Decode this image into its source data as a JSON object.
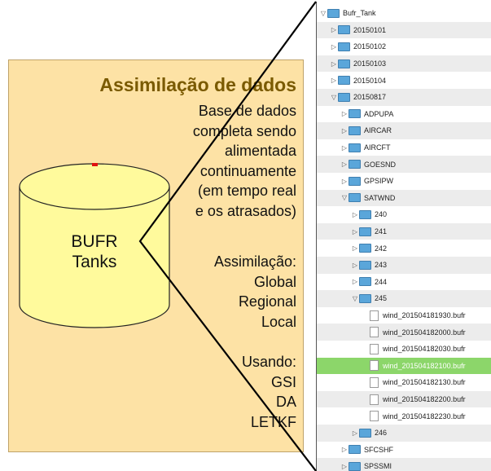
{
  "panel": {
    "title": "Assimilação de dados",
    "desc_lines": [
      "Base de dados",
      "completa sendo",
      "alimentada",
      "continuamente",
      "(em tempo real",
      "e os atrasados)"
    ],
    "assim_lines": [
      "Assimilação:",
      "Global",
      "Regional",
      "Local"
    ],
    "usando_lines": [
      "Usando:",
      "GSI",
      "DA",
      "LETKF"
    ],
    "cylinder_label_lines": [
      "BUFR",
      "Tanks"
    ]
  },
  "colors": {
    "panel_bg": "#fde2a5",
    "title": "#7a5a00",
    "cylinder_fill": "#fffa9c",
    "selected_row": "#8cd66a",
    "folder": "#5aa6da"
  },
  "tree": [
    {
      "label": "Bufr_Tank",
      "kind": "folder",
      "level": 0,
      "toggle": "open"
    },
    {
      "label": "20150101",
      "kind": "folder",
      "level": 1,
      "toggle": "closed"
    },
    {
      "label": "20150102",
      "kind": "folder",
      "level": 1,
      "toggle": "closed"
    },
    {
      "label": "20150103",
      "kind": "folder",
      "level": 1,
      "toggle": "closed"
    },
    {
      "label": "20150104",
      "kind": "folder",
      "level": 1,
      "toggle": "closed"
    },
    {
      "label": "20150817",
      "kind": "folder",
      "level": 1,
      "toggle": "open"
    },
    {
      "label": "ADPUPA",
      "kind": "folder",
      "level": 2,
      "toggle": "closed"
    },
    {
      "label": "AIRCAR",
      "kind": "folder",
      "level": 2,
      "toggle": "closed"
    },
    {
      "label": "AIRCFT",
      "kind": "folder",
      "level": 2,
      "toggle": "closed"
    },
    {
      "label": "GOESND",
      "kind": "folder",
      "level": 2,
      "toggle": "closed"
    },
    {
      "label": "GPSIPW",
      "kind": "folder",
      "level": 2,
      "toggle": "closed"
    },
    {
      "label": "SATWND",
      "kind": "folder",
      "level": 2,
      "toggle": "open"
    },
    {
      "label": "240",
      "kind": "folder",
      "level": 3,
      "toggle": "closed"
    },
    {
      "label": "241",
      "kind": "folder",
      "level": 3,
      "toggle": "closed"
    },
    {
      "label": "242",
      "kind": "folder",
      "level": 3,
      "toggle": "closed"
    },
    {
      "label": "243",
      "kind": "folder",
      "level": 3,
      "toggle": "closed"
    },
    {
      "label": "244",
      "kind": "folder",
      "level": 3,
      "toggle": "closed"
    },
    {
      "label": "245",
      "kind": "folder",
      "level": 3,
      "toggle": "open"
    },
    {
      "label": "wind_201504181930.bufr",
      "kind": "file",
      "level": 4,
      "toggle": "none"
    },
    {
      "label": "wind_201504182000.bufr",
      "kind": "file",
      "level": 4,
      "toggle": "none"
    },
    {
      "label": "wind_201504182030.bufr",
      "kind": "file",
      "level": 4,
      "toggle": "none"
    },
    {
      "label": "wind_201504182100.bufr",
      "kind": "file",
      "level": 4,
      "toggle": "none",
      "selected": true
    },
    {
      "label": "wind_201504182130.bufr",
      "kind": "file",
      "level": 4,
      "toggle": "none"
    },
    {
      "label": "wind_201504182200.bufr",
      "kind": "file",
      "level": 4,
      "toggle": "none"
    },
    {
      "label": "wind_201504182230.bufr",
      "kind": "file",
      "level": 4,
      "toggle": "none"
    },
    {
      "label": "246",
      "kind": "folder",
      "level": 3,
      "toggle": "closed"
    },
    {
      "label": "SFCSHF",
      "kind": "folder",
      "level": 2,
      "toggle": "closed"
    },
    {
      "label": "SPSSMI",
      "kind": "folder",
      "level": 2,
      "toggle": "closed"
    }
  ]
}
